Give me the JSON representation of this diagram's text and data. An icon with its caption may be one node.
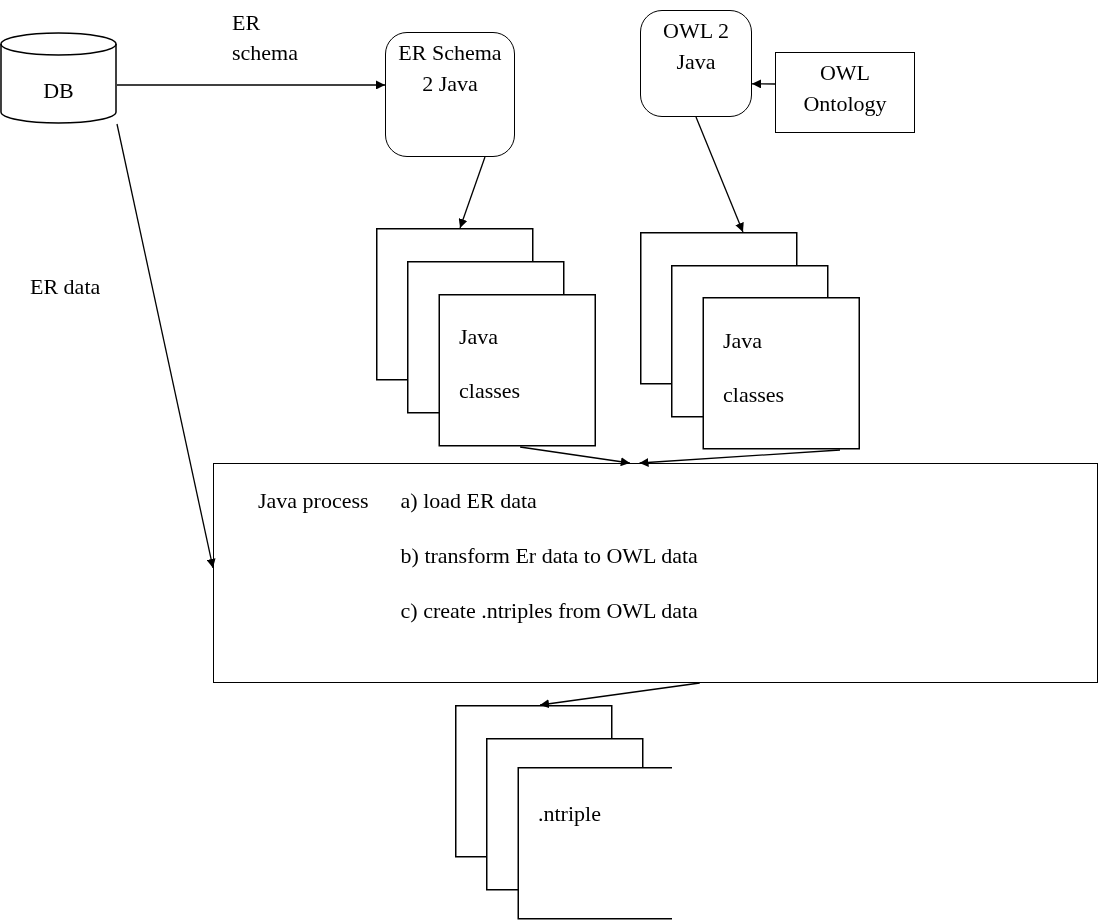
{
  "diagram": {
    "nodes": [
      {
        "text": [
          "DB"
        ]
      },
      {
        "text": [
          "ER Schema 2 Java"
        ]
      },
      {
        "text": [
          "OWL 2 Java"
        ]
      },
      {
        "text": [
          "OWL Ontology"
        ]
      },
      {
        "text": [
          "Java classes"
        ]
      },
      {
        "text": [
          "Java classes"
        ]
      },
      {
        "text": [
          "Java process",
          "a) load ER data",
          "b) transform Er data to OWL data",
          "c) create .ntriples from OWL data"
        ]
      },
      {
        "text": [
          ".ntriple"
        ]
      }
    ],
    "edges": [
      {
        "from": 0,
        "to": 1,
        "arrow": "to",
        "label": "ER schema"
      },
      {
        "from": 3,
        "to": 2,
        "arrow": "to"
      },
      {
        "from": 1,
        "to": 4,
        "arrow": "to"
      },
      {
        "from": 2,
        "to": 5,
        "arrow": "to"
      },
      {
        "from": 4,
        "to": 6,
        "arrow": "to"
      },
      {
        "from": 5,
        "to": 6,
        "arrow": "to"
      },
      {
        "from": 0,
        "to": 6,
        "arrow": "to",
        "label": "ER data"
      },
      {
        "from": 6,
        "to": 7,
        "arrow": "to"
      }
    ]
  }
}
